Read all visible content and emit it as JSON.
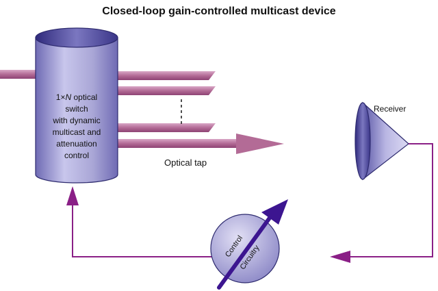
{
  "title": "Closed-loop gain-controlled multicast device",
  "switch": {
    "line1_num": "1×",
    "line1_var": "N",
    "line1_rest": " optical",
    "line2": "switch",
    "line3": "with dynamic",
    "line4": "multicast and",
    "line5": "attenuation",
    "line6": "control"
  },
  "tap_label": "Optical tap",
  "receiver_label": "Receiver",
  "control": {
    "line1": "Control",
    "line2": "Circuitry"
  },
  "colors": {
    "fiber": "#b36b96",
    "fiber_dark": "#8e4374",
    "cylinder": "#a9a6d6",
    "cylinder_dark": "#4f4b98",
    "feedback": "#8a1f86",
    "control_arrow": "#3c1590"
  }
}
